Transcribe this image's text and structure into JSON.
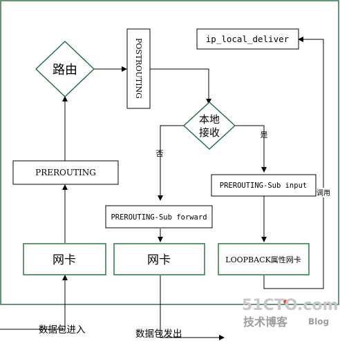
{
  "nodes": {
    "routing": "路由",
    "postrouting": "POSTROUTING",
    "local_deliver": "ip_local_deliver",
    "local_receive_line1": "本地",
    "local_receive_line2": "接收",
    "prerouting": "PREROUTING",
    "prerouting_sub_input": "PREROUTING-Sub input",
    "prerouting_sub_forward": "PREROUTING-Sub forward",
    "nic_in": "网卡",
    "nic_out": "网卡",
    "loopback_nic": "LOOPBACK属性网卡"
  },
  "edges": {
    "no": "否",
    "yes": "是",
    "call": "调用",
    "packet_in": "数据包进入",
    "packet_out": "数据包发出"
  },
  "watermark": {
    "site": "51CTO.com",
    "tagline": "技术博客",
    "blog": "Blog"
  },
  "colors": {
    "frame": "#1f6b3a",
    "watermark_accent": "#d84a3a"
  }
}
